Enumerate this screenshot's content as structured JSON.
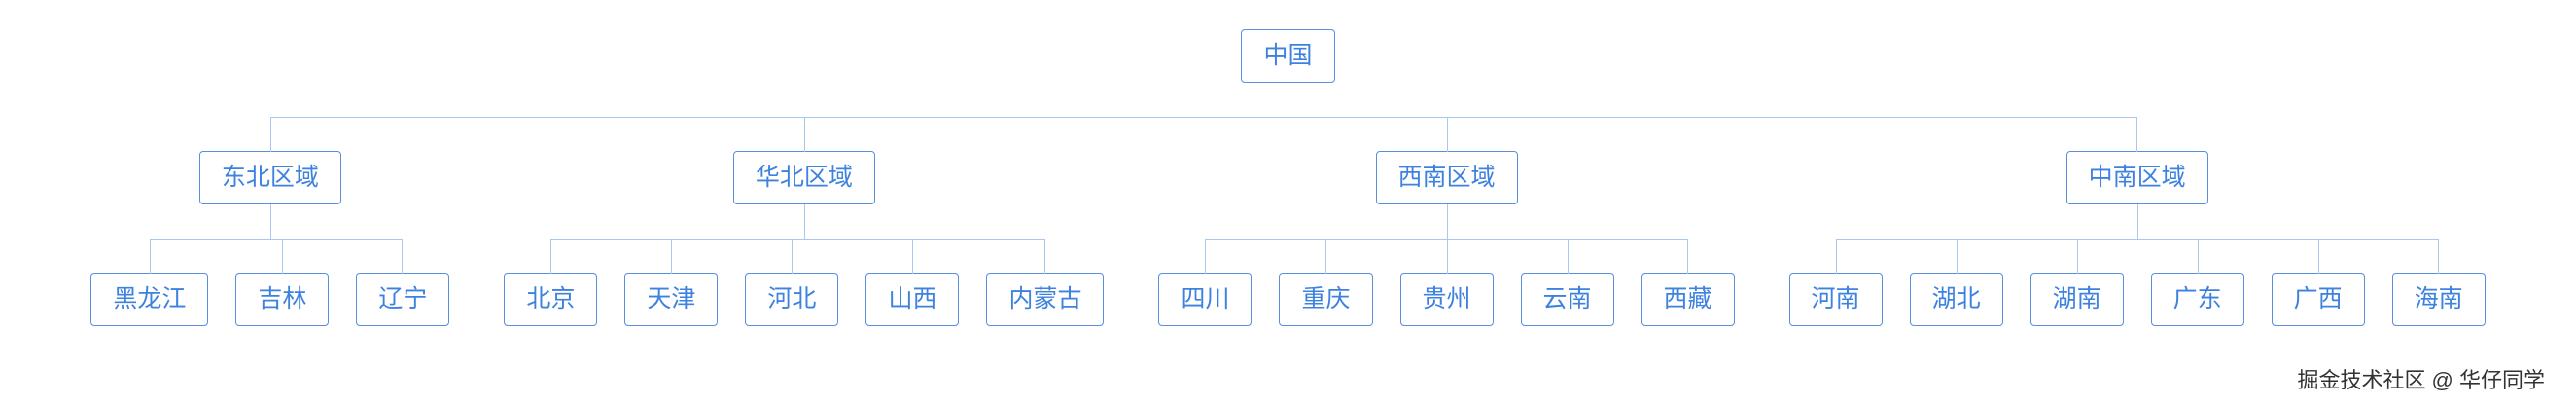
{
  "tree": {
    "root": {
      "label": "中国"
    },
    "regions": [
      {
        "label": "东北区域",
        "children": [
          "黑龙江",
          "吉林",
          "辽宁"
        ]
      },
      {
        "label": "华北区域",
        "children": [
          "北京",
          "天津",
          "河北",
          "山西",
          "内蒙古"
        ]
      },
      {
        "label": "西南区域",
        "children": [
          "四川",
          "重庆",
          "贵州",
          "云南",
          "西藏"
        ]
      },
      {
        "label": "中南区域",
        "children": [
          "河南",
          "湖北",
          "湖南",
          "广东",
          "广西",
          "海南"
        ]
      }
    ]
  },
  "watermark": "掘金技术社区 @ 华仔同学",
  "colors": {
    "node_border": "#5a8ede",
    "node_text": "#3e82e0",
    "connector": "#a9c8ef",
    "watermark": "#333333"
  }
}
